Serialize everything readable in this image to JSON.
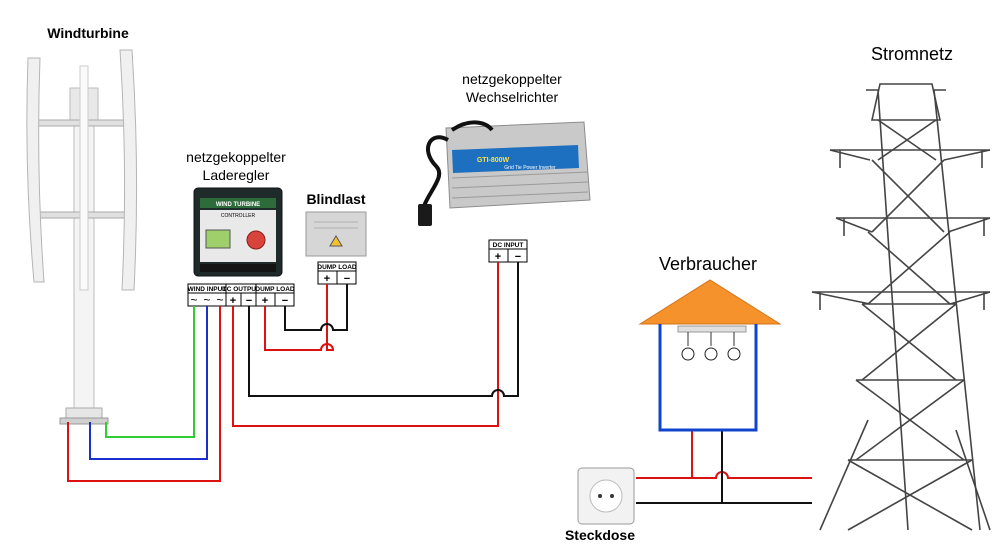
{
  "labels": {
    "wind_turbine": "Windturbine",
    "grid": "Stromnetz",
    "consumer": "Verbraucher",
    "socket": "Steckdose",
    "dump_load": "Blindlast",
    "charge_controller_line1": "netzgekoppelter",
    "charge_controller_line2": "Laderegler",
    "inverter_line1": "netzgekoppelter",
    "inverter_line2": "Wechselrichter"
  },
  "terminals": {
    "wind_input": "WIND INPUT",
    "dc_output": "DC OUTPUT",
    "dump_load": "DUMP LOAD",
    "dump_load_box": "DUMP LOAD",
    "dc_input": "DC INPUT",
    "plus": "+",
    "minus": "−",
    "ac": "~"
  },
  "device_text": {
    "controller_brand": "WIND TURBINE",
    "controller_sub": "CONTROLLER",
    "inverter_brand": "GTI-800W",
    "inverter_sub": "Grid Tie Power Inverter"
  },
  "colors": {
    "green_wire": "#33cc33",
    "blue_wire": "#1a2fcc",
    "red_wire": "#dd1111",
    "black_wire": "#111111",
    "roof": "#f5922b",
    "house": "#1144cc"
  }
}
